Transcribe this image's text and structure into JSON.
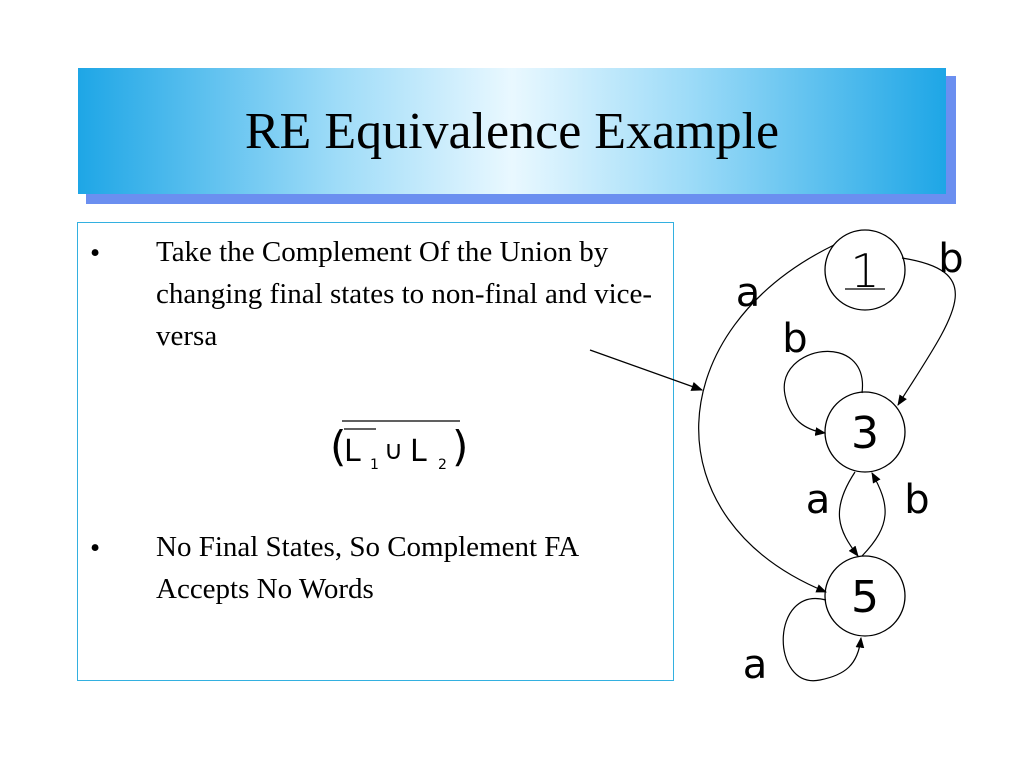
{
  "slide": {
    "title": "RE Equivalence Example"
  },
  "content": {
    "bullets": [
      {
        "symbol": "•",
        "text": "Take the Complement Of the Union by changing final states to non-final and vice-versa"
      },
      {
        "symbol": "•",
        "text": "No Final States, So Complement FA Accepts No Words"
      }
    ],
    "formula": {
      "left_operand": "L",
      "left_subscript": "1",
      "operator": "∪",
      "right_operand": "L",
      "right_subscript": "2",
      "open_paren": "(",
      "close_paren": ")"
    }
  },
  "diagram": {
    "states": [
      {
        "id": "1",
        "label": "1"
      },
      {
        "id": "3",
        "label": "3"
      },
      {
        "id": "5",
        "label": "5"
      }
    ],
    "transitions": [
      {
        "from": "1",
        "to": "5",
        "label": "a"
      },
      {
        "from": "1",
        "to": "3",
        "label": "b"
      },
      {
        "from": "3",
        "to": "3",
        "label": "b"
      },
      {
        "from": "3",
        "to": "5",
        "label": "a"
      },
      {
        "from": "5",
        "to": "3",
        "label": "b"
      },
      {
        "from": "5",
        "to": "5",
        "label": "a"
      }
    ]
  }
}
